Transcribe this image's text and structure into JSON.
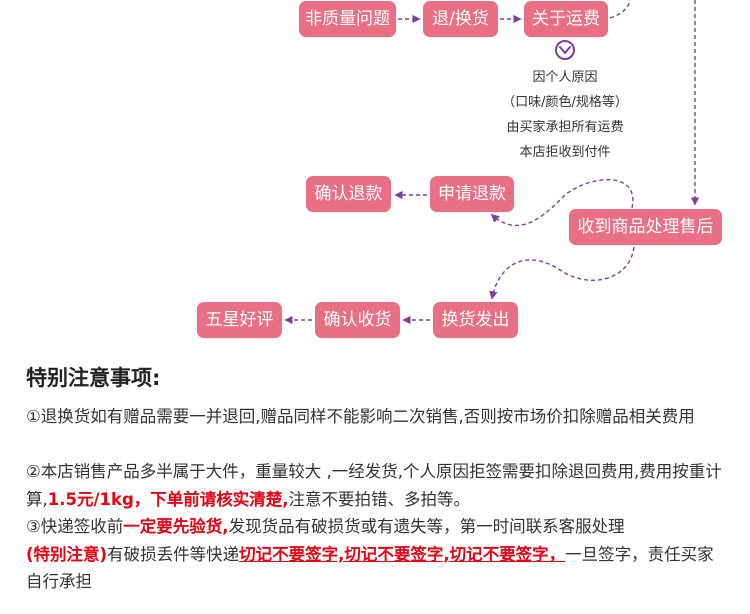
{
  "colors": {
    "pill": "#e96f84",
    "arrow": "#7e3fa0",
    "emphasis": "#e60012"
  },
  "flow": {
    "non_quality": "非质量问题",
    "return_exchange": "退/换货",
    "about_shipping": "关于运费",
    "confirm_refund": "确认退款",
    "apply_refund": "申请退款",
    "received_handle": "收到商品处理售后",
    "five_star": "五星好评",
    "confirm_receipt": "确认收货",
    "exchange_ship": "换货发出"
  },
  "shipping_note": {
    "line1": "因个人原因",
    "line2": "（口味/颜色/规格等）",
    "line3": "由买家承担所有运费",
    "line4": "本店拒收到付件"
  },
  "notes": {
    "title": "特别注意事项:",
    "p1": "①退换货如有赠品需要一并退回,赠品同样不能影响二次销售,否则按市场价扣除赠品相关费用",
    "p2_a": "②本店销售产品多半属于大件，重量较大 ,一经发货,个人原因拒签需要扣除退回费用,费用按重计算,",
    "p2_red": "1.5元/1kg，下单前请核实清楚,",
    "p2_b": "注意不要拍错、多拍等。",
    "p3_a": "③快递签收前",
    "p3_red1": "一定要先验货,",
    "p3_b": "发现货品有破损货或有遗失等，第一时间联系客服处理",
    "p3_red2": "(特别注意)",
    "p3_c": "有破损丢件等快递",
    "p3_red3": "切记不要签字,切记不要签字,切记不要签字，",
    "p3_d": "一旦签字，责任买家自行承担"
  }
}
